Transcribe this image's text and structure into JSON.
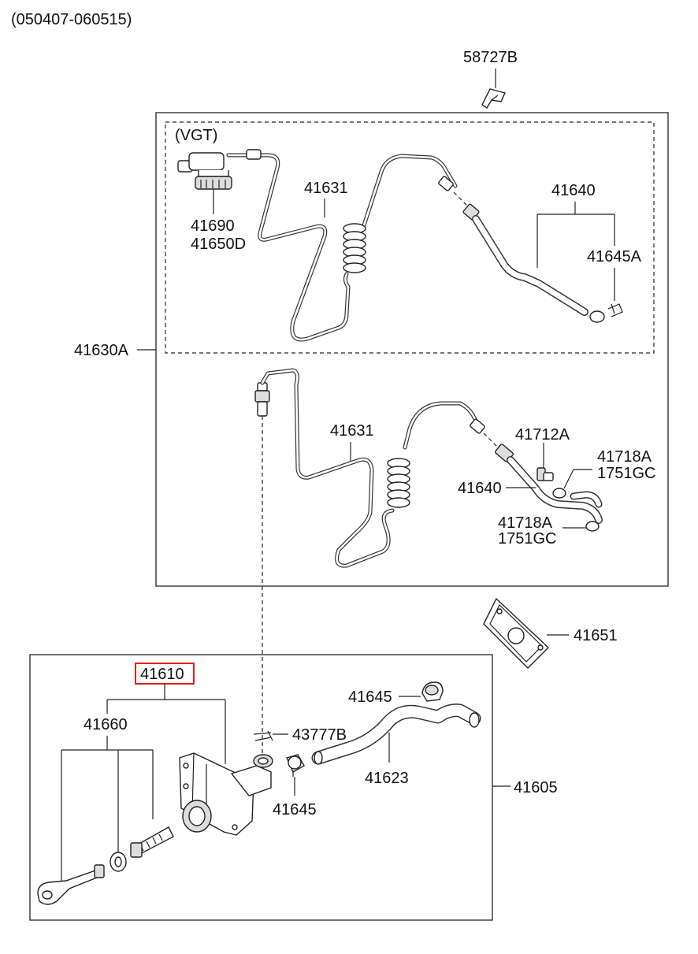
{
  "date_range": "(050407-060515)",
  "variant_label": "(VGT)",
  "labels": {
    "l_58727B": "58727B",
    "l_41630A": "41630A",
    "l_41631_top": "41631",
    "l_41640_top": "41640",
    "l_41645A": "41645A",
    "l_41690": "41690",
    "l_41650D": "41650D",
    "l_41631_bot": "41631",
    "l_41712A": "41712A",
    "l_41718A_1": "41718A",
    "l_1751GC_1": "1751GC",
    "l_41640_bot": "41640",
    "l_41718A_2": "41718A",
    "l_1751GC_2": "1751GC",
    "l_41651": "41651",
    "l_41610": "41610",
    "l_41660": "41660",
    "l_41645_a": "41645",
    "l_43777B": "43777B",
    "l_41623": "41623",
    "l_41645_b": "41645",
    "l_41605": "41605"
  },
  "highlighted_part": "41610",
  "colors": {
    "highlight": "#e02020",
    "line": "#222222"
  }
}
